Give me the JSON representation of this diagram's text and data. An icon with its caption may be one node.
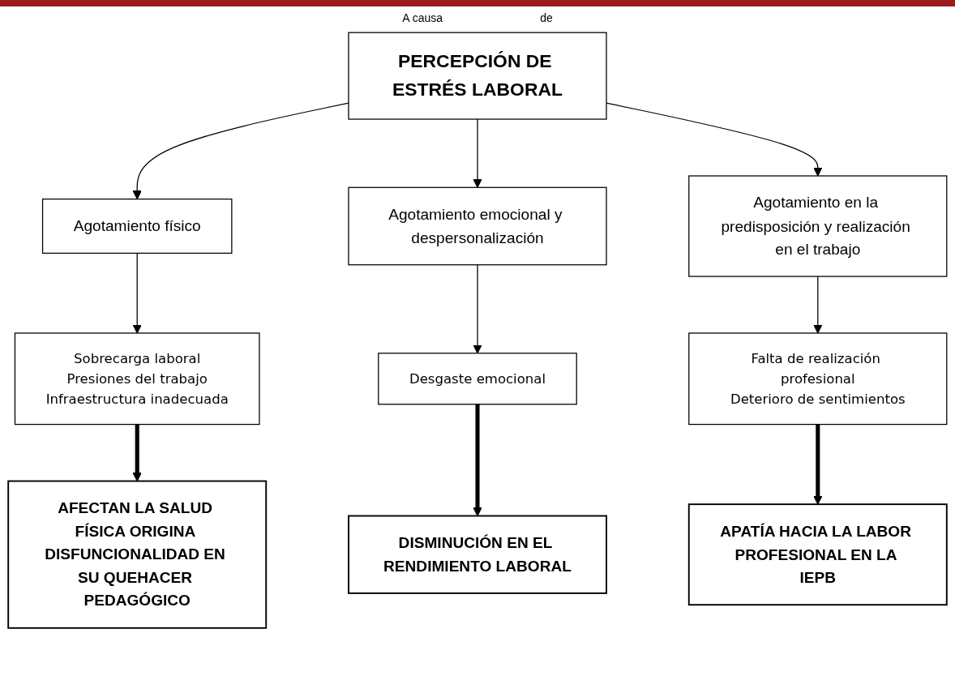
{
  "diagram": {
    "nodes": [
      {
        "text": [
          "PERCEPCIÓN DE ESTRÉS LABORAL"
        ]
      },
      {
        "text": [
          "Agotamiento físico"
        ]
      },
      {
        "text": [
          "Agotamiento emocional y despersonalización"
        ]
      },
      {
        "text": [
          "Agotamiento en la predisposición y realización en el trabajo"
        ]
      },
      {
        "text": [
          "Sobrecarga laboral",
          "Presiones del trabajo",
          "Infraestructura inadecuada"
        ]
      },
      {
        "text": [
          "Desgaste emocional"
        ]
      },
      {
        "text": [
          "Falta de realización profesional",
          "Deterioro de sentimientos"
        ]
      },
      {
        "text": [
          "AFECTAN LA SALUD FÍSICA ORIGINA DISFUNCIONALIDAD EN SU QUEHACER PEDAGÓGICO"
        ]
      },
      {
        "text": [
          "DISMINUCIÓN EN EL RENDIMIENTO LABORAL"
        ]
      },
      {
        "text": [
          "APATÍA HACIA LA LABOR PROFESIONAL EN LA IEPB"
        ]
      }
    ],
    "edges": [
      {
        "from": 0,
        "to": 1,
        "arrow": "to"
      },
      {
        "from": 0,
        "to": 2,
        "arrow": "to"
      },
      {
        "from": 0,
        "to": 3,
        "arrow": "to"
      },
      {
        "from": 1,
        "to": 4,
        "arrow": "to"
      },
      {
        "from": 2,
        "to": 5,
        "arrow": "to"
      },
      {
        "from": 3,
        "to": 6,
        "arrow": "to"
      },
      {
        "from": 4,
        "to": 7,
        "arrow": "to",
        "style": "thick"
      },
      {
        "from": 5,
        "to": 8,
        "arrow": "to",
        "style": "thick"
      },
      {
        "from": 6,
        "to": 9,
        "arrow": "to",
        "style": "thick"
      }
    ],
    "labels": [
      "A causa",
      "de"
    ]
  }
}
